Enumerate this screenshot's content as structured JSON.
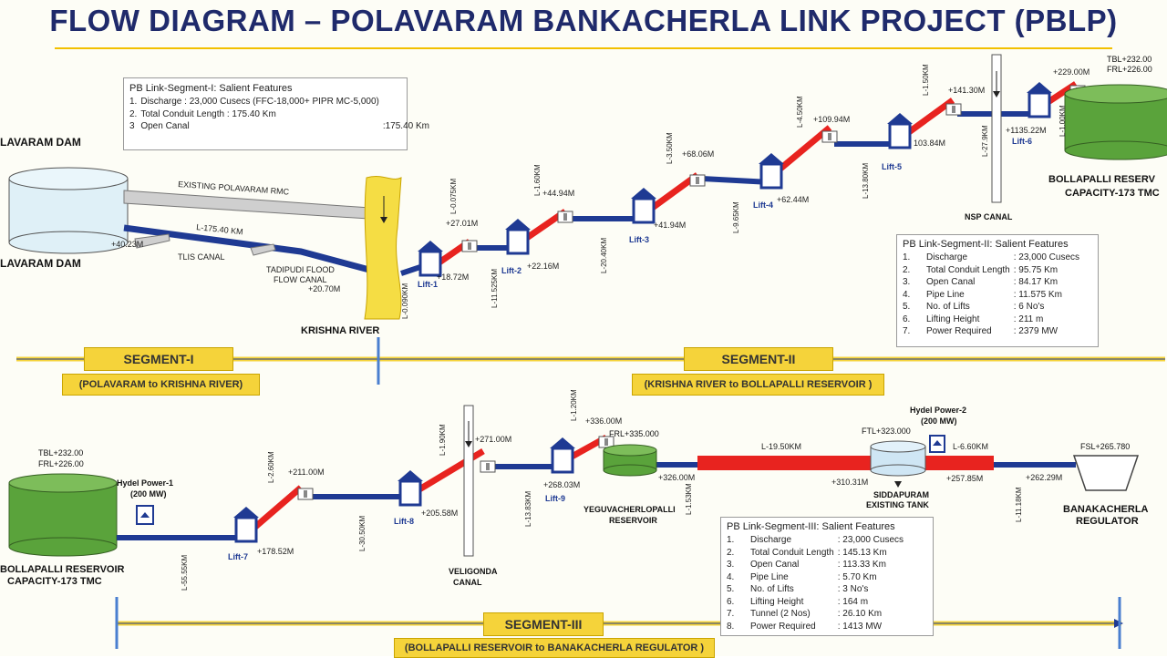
{
  "title": "FLOW DIAGRAM – POLAVARAM BANKACHERLA LINK PROJECT (PBLP)",
  "colors": {
    "title": "#1f2a6b",
    "conduit": "#1f3a93",
    "pressure_main": "#e8231f",
    "canal_rmc": "#cfcfcf",
    "river": "#f5dd44",
    "reservoir": "#5aa33b",
    "segment_band": "#f5d33a"
  },
  "segment1_box": {
    "title": "PB Link-Segment-I: Salient Features",
    "rows": [
      {
        "n": "1.",
        "label": "Discharge : 23,000 Cusecs (FFC-18,000+ PIPR MC-5,000)",
        "value": ""
      },
      {
        "n": "2.",
        "label": "Total Conduit Length : 175.40 Km",
        "value": ""
      },
      {
        "n": "3",
        "label": "Open Canal",
        "value": ":175.40 Km"
      }
    ]
  },
  "segment2_box": {
    "title": "PB Link-Segment-II: Salient Features",
    "rows": [
      {
        "n": "1.",
        "label": "Discharge",
        "value": ": 23,000 Cusecs"
      },
      {
        "n": "2.",
        "label": "Total Conduit Length",
        "value": ": 95.75 Km"
      },
      {
        "n": "3.",
        "label": "Open Canal",
        "value": ": 84.17 Km"
      },
      {
        "n": "4.",
        "label": "Pipe Line",
        "value": ": 11.575 Km"
      },
      {
        "n": "5.",
        "label": "No. of Lifts",
        "value": ": 6 No's"
      },
      {
        "n": "6.",
        "label": "Lifting Height",
        "value": ": 211 m"
      },
      {
        "n": "7.",
        "label": "Power Required",
        "value": ": 2379 MW"
      }
    ]
  },
  "segment3_box": {
    "title": "PB Link-Segment-III: Salient Features",
    "rows": [
      {
        "n": "1.",
        "label": "Discharge",
        "value": ": 23,000 Cusecs"
      },
      {
        "n": "2.",
        "label": "Total Conduit Length",
        "value": ": 145.13 Km"
      },
      {
        "n": "3.",
        "label": "Open Canal",
        "value": ": 113.33 Km"
      },
      {
        "n": "4.",
        "label": "Pipe Line",
        "value": ": 5.70 Km"
      },
      {
        "n": "5.",
        "label": "No. of Lifts",
        "value": ": 3 No's"
      },
      {
        "n": "6.",
        "label": "Lifting Height",
        "value": ": 164 m"
      },
      {
        "n": "7.",
        "label": "Tunnel (2 Nos)",
        "value": ": 26.10 Km"
      },
      {
        "n": "8.",
        "label": "Power Required",
        "value": ": 1413 MW"
      }
    ]
  },
  "segments": {
    "s1": {
      "name": "SEGMENT-I",
      "sub": "(POLAVARAM to KRISHNA RIVER)"
    },
    "s2": {
      "name": "SEGMENT-II",
      "sub": "(KRISHNA RIVER to BOLLAPALLI RESERVOIR )"
    },
    "s3": {
      "name": "SEGMENT-III",
      "sub": "(BOLLAPALLI RESERVOIR to BANAKACHERLA REGULATOR )"
    }
  },
  "row1": {
    "dam_label_top": "LAVARAM DAM",
    "dam_label_bottom": "LAVARAM DAM",
    "rmc": "EXISTING POLAVARAM RMC",
    "length": "L-175.40 KM",
    "tlis": "TLIS CANAL",
    "tadipudi": "TADIPUDI FLOOD",
    "tadipudi2": "FLOW CANAL",
    "krishna": "KRISHNA RIVER",
    "nsp": "NSP CANAL",
    "bollapalli1": "BOLLAPALLI RESERV",
    "bollapalli2": "CAPACITY-173 TMC",
    "tbl": "TBL+232.00",
    "frl": "FRL+226.00",
    "levels": {
      "dam": "+40.23M",
      "tadipudi": "+20.70M",
      "l1_in": "+18.72M",
      "l1_out": "+27.01M",
      "l2_in": "+22.16M",
      "l2_out": "+44.94M",
      "l3_in": "+41.94M",
      "l3_out": "+68.06M",
      "l4_in": "+62.44M",
      "l4_out": "+109.94M",
      "l5_in": "103.84M",
      "l5_out": "+141.30M",
      "l6_in": "+1135.22M",
      "l6_out": "+229.00M"
    },
    "lifts": [
      "Lift-1",
      "Lift-2",
      "Lift-3",
      "Lift-4",
      "Lift-5",
      "Lift-6"
    ],
    "lengths": [
      "L-0.090KM",
      "L-0.075KM",
      "L-11.525KM",
      "L-1.60KM",
      "L-20.40KM",
      "L-3.50KM",
      "L-9.65KM",
      "L-4.50KM",
      "L-13.80KM",
      "L-1.50KM",
      "L-27.9KM",
      "L-1.00KM"
    ]
  },
  "row3": {
    "tbl": "TBL+232.00",
    "frl": "FRL+226.00",
    "hydel1": "Hydel Power-1",
    "hydel1b": "(200 MW)",
    "bollapalli1": "BOLLAPALLI RESERVOIR",
    "bollapalli2": "CAPACITY-173 TMC",
    "veligonda1": "VELIGONDA",
    "veligonda2": "CANAL",
    "yegu1": "YEGUVACHERLOPALLI",
    "yegu2": "RESERVOIR",
    "frl335": "FRL+335.000",
    "ftl323": "FTL+323.000",
    "hydel2": "Hydel Power-2",
    "hydel2b": "(200 MW)",
    "sidda1": "SIDDAPURAM",
    "sidda2": "EXISTING TANK",
    "fsl": "FSL+265.780",
    "bana1": "BANAKACHERLA",
    "bana2": "REGULATOR",
    "l195": "L-19.50KM",
    "l66": "L-6.60KM",
    "levels": {
      "l7_in": "+178.52M",
      "l7_out": "+211.00M",
      "l8_in": "+205.58M",
      "l8_out": "+271.00M",
      "l9_in": "+268.03M",
      "l9_out": "+336.00M",
      "p326": "+326.00M",
      "p310": "+310.31M",
      "p257": "+257.85M",
      "p262": "+262.29M"
    },
    "lifts": [
      "Lift-7",
      "Lift-8",
      "Lift-9"
    ],
    "lengths": [
      "L-55.55KM",
      "L-2.60KM",
      "L-30.50KM",
      "L-1.90KM",
      "L-13.83KM",
      "L-1.20KM",
      "L-1.53KM",
      "L-11.18KM"
    ]
  }
}
